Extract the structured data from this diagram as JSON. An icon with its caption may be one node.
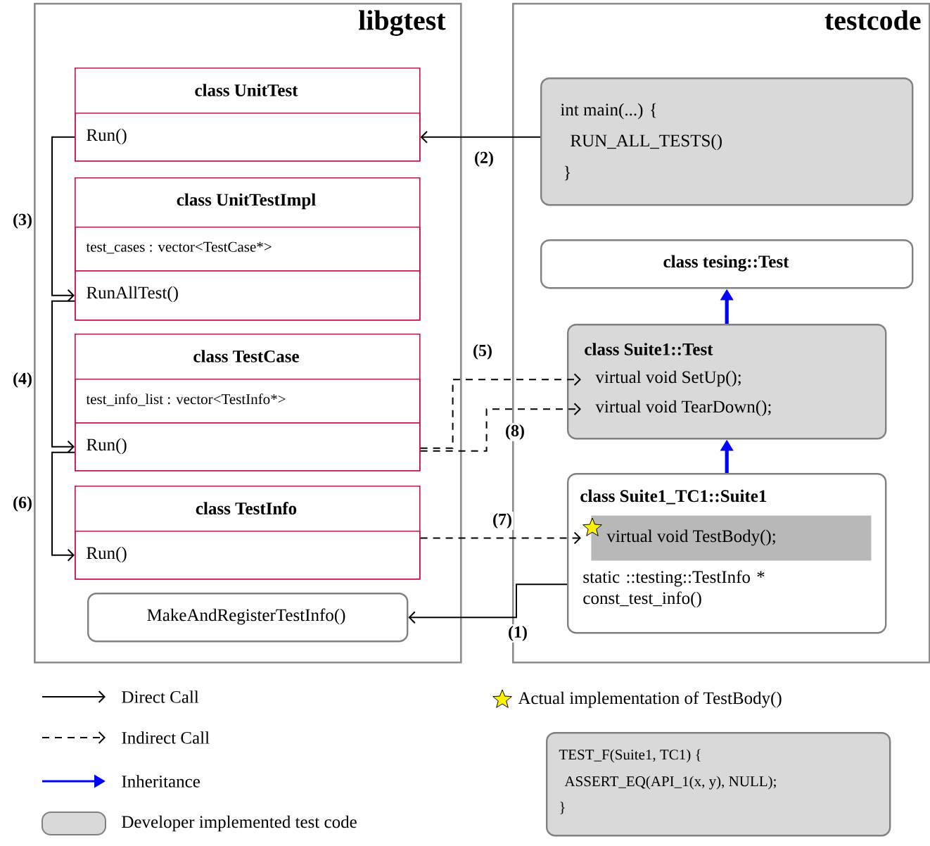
{
  "diagram": {
    "nodes": [
      {
        "text": [
          "libgtest"
        ]
      },
      {
        "text": [
          "class UnitTest"
        ],
        "in": 0
      },
      {
        "text": [
          "Run()"
        ],
        "in": 1
      },
      {
        "text": [
          "class UnitTestImpl"
        ],
        "in": 0
      },
      {
        "text": [
          "test_cases : vector<TestCase*>"
        ],
        "in": 3
      },
      {
        "text": [
          "RunAllTest()"
        ],
        "in": 3
      },
      {
        "text": [
          "class TestCase"
        ],
        "in": 0
      },
      {
        "text": [
          "test_info_list : vector<TestInfo*>"
        ],
        "in": 6
      },
      {
        "text": [
          "Run()"
        ],
        "in": 6
      },
      {
        "text": [
          "class TestInfo"
        ],
        "in": 0
      },
      {
        "text": [
          "Run()"
        ],
        "in": 9
      },
      {
        "text": [
          "MakeAndRegisterTestInfo()"
        ],
        "in": 0
      },
      {
        "text": [
          "testcode"
        ]
      },
      {
        "text": [
          "int main(...) {",
          "RUN_ALL_TESTS()",
          "}"
        ],
        "in": 12
      },
      {
        "text": [
          "class tesing::Test"
        ],
        "in": 12
      },
      {
        "text": [
          "class Suite1::Test",
          "virtual void SetUp();",
          "virtual void TearDown();"
        ],
        "in": 12
      },
      {
        "text": [
          "class Suite1_TC1::Suite1",
          "static ::testing::TestInfo * const_test_info()"
        ],
        "in": 12
      },
      {
        "text": [
          "virtual void TestBody();"
        ],
        "in": 16
      },
      {
        "text": [
          "TEST_F(Suite1, TC1) {",
          "ASSERT_EQ(API_1(x, y), NULL);",
          "}"
        ]
      }
    ],
    "edges": [
      {
        "from": 13,
        "to": 2,
        "arrow": "to",
        "label": "(2)"
      },
      {
        "from": 2,
        "to": 5,
        "arrow": "to",
        "label": "(3)"
      },
      {
        "from": 5,
        "to": 8,
        "arrow": "to",
        "label": "(4)"
      },
      {
        "from": 8,
        "to": 10,
        "arrow": "to",
        "label": "(6)"
      },
      {
        "from": 8,
        "to": 15,
        "arrow": "to",
        "label": "(5)",
        "style": "dashed"
      },
      {
        "from": 8,
        "to": 15,
        "arrow": "to",
        "label": "(8)",
        "style": "dashed"
      },
      {
        "from": 10,
        "to": 17,
        "arrow": "to",
        "label": "(7)",
        "style": "dashed"
      },
      {
        "from": 16,
        "to": 11,
        "arrow": "to",
        "label": "(1)"
      },
      {
        "from": 15,
        "to": 14,
        "arrow": "to",
        "style": "thick",
        "color": "#0000ff"
      },
      {
        "from": 16,
        "to": 15,
        "arrow": "to",
        "style": "thick",
        "color": "#0000ff"
      }
    ],
    "legend": [
      {
        "text": "Direct Call"
      },
      {
        "text": "Indirect Call"
      },
      {
        "text": "Inheritance"
      },
      {
        "text": "Developer implemented test code",
        "color": "#d9d9d9"
      },
      {
        "text": "Actual implementation of TestBody()"
      }
    ]
  }
}
